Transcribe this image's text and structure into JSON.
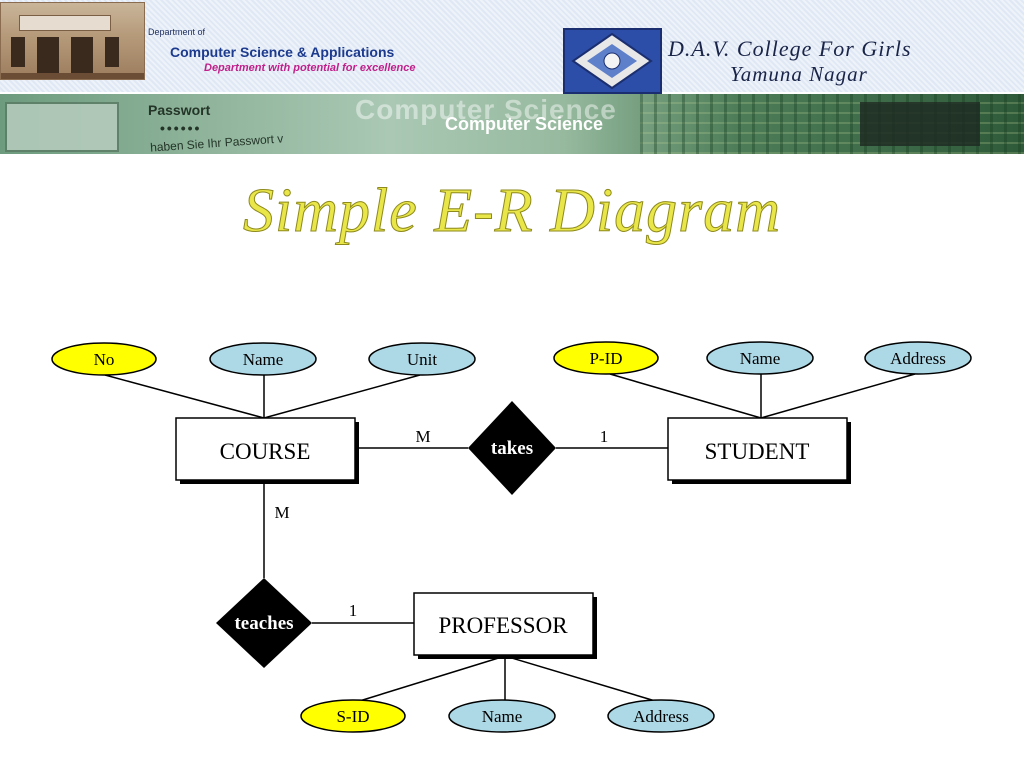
{
  "header": {
    "dept_prefix": "Department of",
    "dept_name": "Computer Science & Applications",
    "dept_tagline": "Department with potential for excellence",
    "college_name": "D.A.V. College For Girls",
    "college_city": "Yamuna Nagar"
  },
  "banner": {
    "password_word": "Passwort",
    "password_dots": "••••••",
    "password_sub": "haben Sie Ihr Passwort v",
    "ghost_text": "Computer Science",
    "main_text": "Computer Science"
  },
  "title": "Simple E-R Diagram",
  "diagram": {
    "entities": {
      "course": "COURSE",
      "student": "STUDENT",
      "professor": "PROFESSOR"
    },
    "relationships": {
      "takes": "takes",
      "teaches": "teaches"
    },
    "attributes": {
      "course_no": "No",
      "course_name": "Name",
      "course_unit": "Unit",
      "student_pid": "P-ID",
      "student_name": "Name",
      "student_address": "Address",
      "professor_sid": "S-ID",
      "professor_name": "Name",
      "professor_address": "Address"
    },
    "cardinalities": {
      "course_takes": "M",
      "takes_student": "1",
      "course_teaches": "M",
      "teaches_professor": "1"
    },
    "colors": {
      "key_attribute": "#ffff00",
      "attribute": "#add8e6",
      "relationship": "#000000",
      "entity": "#ffffff"
    }
  }
}
